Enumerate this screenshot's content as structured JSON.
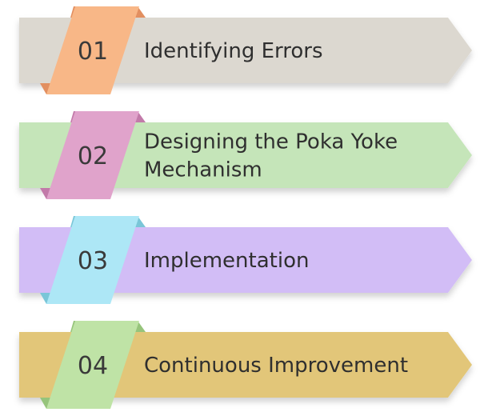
{
  "steps": [
    {
      "number": "01",
      "label_lines": [
        "Identifying Errors"
      ],
      "arrow_color": "#dcd8d0",
      "tab_color": "#f8b787",
      "tab_shadow_color": "#e28f60"
    },
    {
      "number": "02",
      "label_lines": [
        "Designing the Poka Yoke",
        "Mechanism"
      ],
      "arrow_color": "#c5e5b9",
      "tab_color": "#e0a3cb",
      "tab_shadow_color": "#c27aa9"
    },
    {
      "number": "03",
      "label_lines": [
        "Implementation"
      ],
      "arrow_color": "#d2bdf6",
      "tab_color": "#ade7f6",
      "tab_shadow_color": "#7ac6d8"
    },
    {
      "number": "04",
      "label_lines": [
        "Continuous Improvement"
      ],
      "arrow_color": "#e2c679",
      "tab_color": "#bfe3a6",
      "tab_shadow_color": "#96c47b"
    }
  ]
}
